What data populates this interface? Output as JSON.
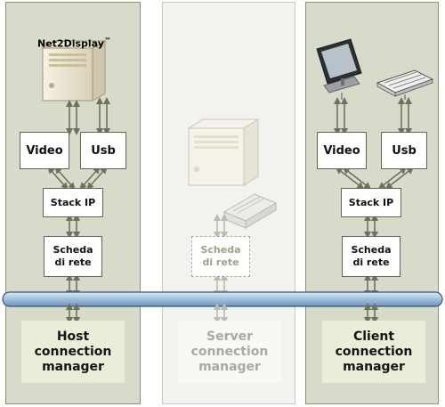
{
  "product": {
    "name": "Net2Display",
    "trademark": "™"
  },
  "columns": {
    "host": {
      "video": "Video",
      "usb": "Usb",
      "stack": "Stack IP",
      "nic_line1": "Scheda",
      "nic_line2": "di rete",
      "manager_line1": "Host",
      "manager_line2": "connection",
      "manager_line3": "manager"
    },
    "server": {
      "nic_line1": "Scheda",
      "nic_line2": "di rete",
      "manager_line1": "Server",
      "manager_line2": "connection",
      "manager_line3": "manager"
    },
    "client": {
      "video": "Video",
      "usb": "Usb",
      "stack": "Stack IP",
      "nic_line1": "Scheda",
      "nic_line2": "di rete",
      "manager_line1": "Client",
      "manager_line2": "connection",
      "manager_line3": "manager"
    }
  },
  "icons": [
    "server-tower-icon",
    "server-with-disk-icon",
    "monitor-icon",
    "keyboard-icon",
    "network-bus"
  ],
  "colors": {
    "panel": "#d8dbc9",
    "panel_faded": "#f2f2ee",
    "manager_fill": "#eaeed9",
    "bus": "#9fc0de",
    "bus_border": "#3a5576"
  }
}
